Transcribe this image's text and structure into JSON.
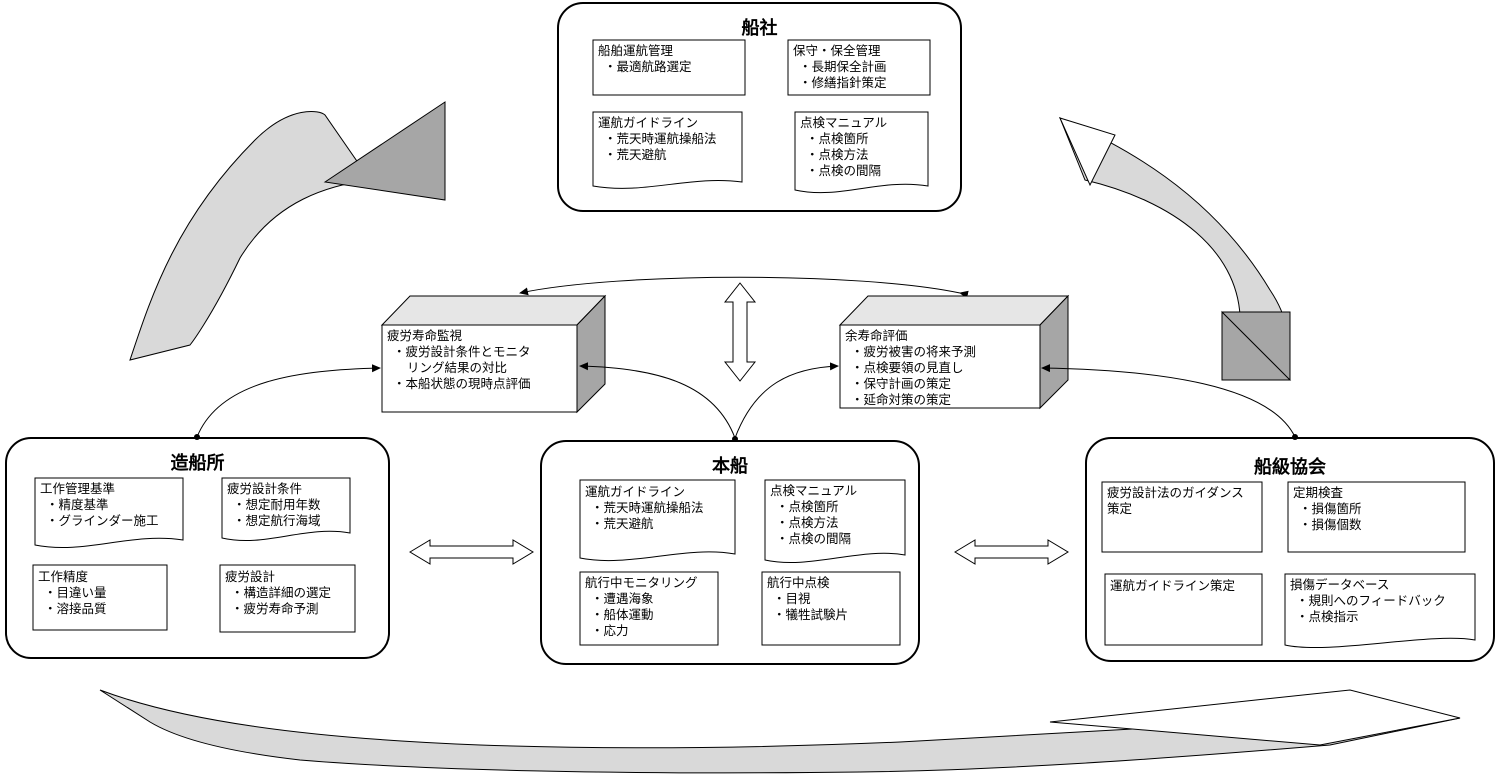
{
  "funasha": {
    "title": "船社",
    "boxes": [
      {
        "title": "船舶運航管理",
        "items": [
          "・最適航路選定"
        ]
      },
      {
        "title": "保守・保全管理",
        "items": [
          "・長期保全計画",
          "・修繕指針策定"
        ]
      },
      {
        "title": "運航ガイドライン",
        "items": [
          "・荒天時運航操船法",
          "・荒天避航"
        ]
      },
      {
        "title": "点検マニュアル",
        "items": [
          "・点検箇所",
          "・点検方法",
          "・点検の間隔"
        ]
      }
    ]
  },
  "zousenjo": {
    "title": "造船所",
    "boxes": [
      {
        "title": "工作管理基準",
        "items": [
          "・精度基準",
          "・グラインダー施工"
        ]
      },
      {
        "title": "疲労設計条件",
        "items": [
          "・想定耐用年数",
          "・想定航行海域"
        ]
      },
      {
        "title": "工作精度",
        "items": [
          "・目違い量",
          "・溶接品質"
        ]
      },
      {
        "title": "疲労設計",
        "items": [
          "・構造詳細の選定",
          "・疲労寿命予測"
        ]
      }
    ]
  },
  "honsen": {
    "title": "本船",
    "boxes": [
      {
        "title": "運航ガイドライン",
        "items": [
          "・荒天時運航操船法",
          "・荒天避航"
        ]
      },
      {
        "title": "点検マニュアル",
        "items": [
          "・点検箇所",
          "・点検方法",
          "・点検の間隔"
        ]
      },
      {
        "title": "航行中モニタリング",
        "items": [
          "・遭遇海象",
          "・船体運動",
          "・応力"
        ]
      },
      {
        "title": "航行中点検",
        "items": [
          "・目視",
          "・犠牲試験片"
        ]
      }
    ]
  },
  "senkyu": {
    "title": "船級協会",
    "boxes": [
      {
        "title": "疲労設計法のガイダンス",
        "items": [
          "策定"
        ]
      },
      {
        "title": "定期検査",
        "items": [
          "・損傷箇所",
          "・損傷個数"
        ]
      },
      {
        "title": "運航ガイドライン策定",
        "items": []
      },
      {
        "title": "損傷データベース",
        "items": [
          "・規則へのフィードバック",
          "・点検指示"
        ]
      }
    ]
  },
  "cube_left": {
    "title": "疲労寿命監視",
    "items": [
      "・疲労設計条件とモニタ",
      "リング結果の対比",
      "・本船状態の現時点評価"
    ]
  },
  "cube_right": {
    "title": "余寿命評価",
    "items": [
      "・疲労被害の将来予測",
      "・点検要領の見直し",
      "・保守計画の策定",
      "・延命対策の策定"
    ]
  }
}
